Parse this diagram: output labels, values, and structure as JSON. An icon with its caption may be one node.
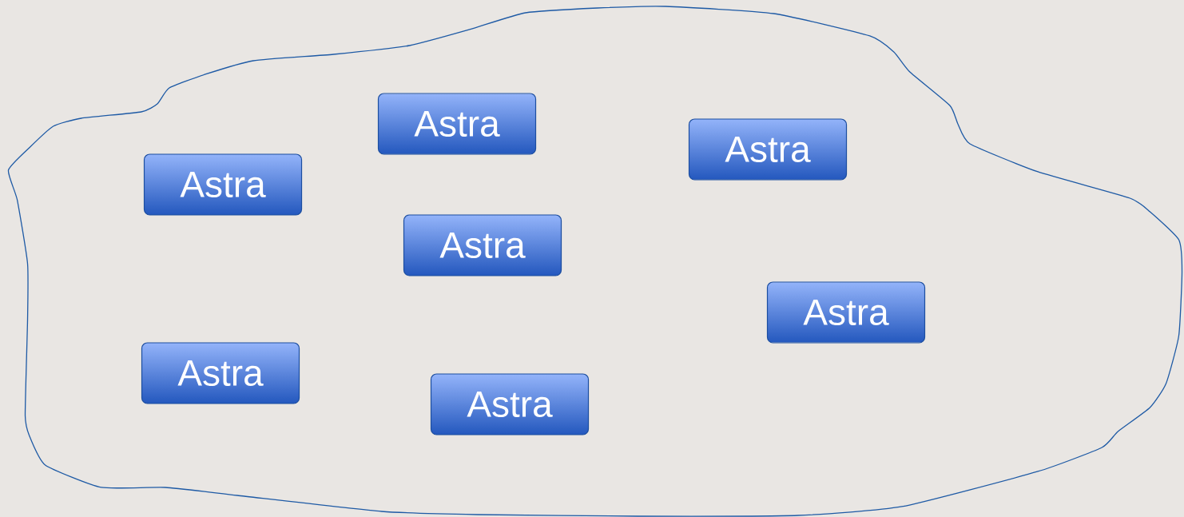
{
  "diagram": {
    "nodes": [
      {
        "text": [],
        "shape": "cloud"
      },
      {
        "text": [
          "Astra"
        ],
        "in": 0
      },
      {
        "text": [
          "Astra"
        ],
        "in": 0
      },
      {
        "text": [
          "Astra"
        ],
        "in": 0
      },
      {
        "text": [
          "Astra"
        ],
        "in": 0
      },
      {
        "text": [
          "Astra"
        ],
        "in": 0
      },
      {
        "text": [
          "Astra"
        ],
        "in": 0
      },
      {
        "text": [
          "Astra"
        ],
        "in": 0
      }
    ]
  }
}
